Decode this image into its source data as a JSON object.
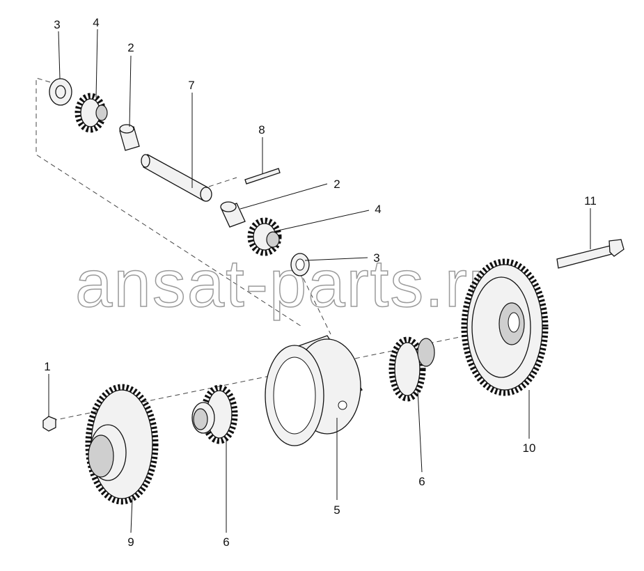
{
  "diagram": {
    "watermark": "ansat-parts.ru",
    "callouts": [
      {
        "id": "callout-3-top",
        "number": "3"
      },
      {
        "id": "callout-4-top",
        "number": "4"
      },
      {
        "id": "callout-2-top",
        "number": "2"
      },
      {
        "id": "callout-7",
        "number": "7"
      },
      {
        "id": "callout-8",
        "number": "8"
      },
      {
        "id": "callout-2-mid",
        "number": "2"
      },
      {
        "id": "callout-4-mid",
        "number": "4"
      },
      {
        "id": "callout-3-mid",
        "number": "3"
      },
      {
        "id": "callout-11",
        "number": "11"
      },
      {
        "id": "callout-1",
        "number": "1"
      },
      {
        "id": "callout-10",
        "number": "10"
      },
      {
        "id": "callout-6-right",
        "number": "6"
      },
      {
        "id": "callout-5",
        "number": "5"
      },
      {
        "id": "callout-9",
        "number": "9"
      },
      {
        "id": "callout-6-left",
        "number": "6"
      }
    ]
  }
}
